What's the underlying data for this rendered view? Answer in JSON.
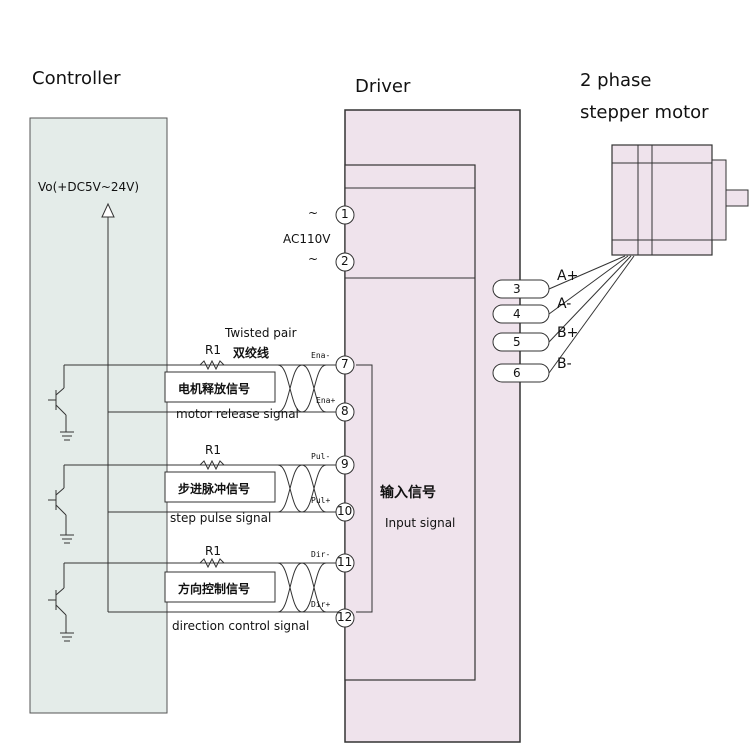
{
  "headings": {
    "controller": "Controller",
    "driver": "Driver",
    "motor_line1": "2 phase",
    "motor_line2": "stepper motor"
  },
  "controller": {
    "supply": "Vo(+DC5V~24V)"
  },
  "driver": {
    "ac_label": "AC110V",
    "tilde": "~",
    "input_cn": "输入信号",
    "input_en": "Input signal",
    "terminals": [
      "1",
      "2",
      "3",
      "4",
      "5",
      "6",
      "7",
      "8",
      "9",
      "10",
      "11",
      "12"
    ],
    "pin_labels": [
      "Ena-",
      "Ena+",
      "Pul-",
      "Pul+",
      "Dir-",
      "Dir+"
    ]
  },
  "motor_phases": [
    "A+",
    "A-",
    "B+",
    "B-"
  ],
  "signals": {
    "twisted_en": "Twisted pair",
    "twisted_cn": "双绞线",
    "resistor": "R1",
    "release_cn": "电机释放信号",
    "release_en": "motor release signal",
    "pulse_cn": "步进脉冲信号",
    "pulse_en": "step pulse signal",
    "direction_cn": "方向控制信号",
    "direction_en": "direction control signal"
  },
  "colors": {
    "controller_fill": "#e4ece9",
    "driver_fill": "#efe3ec",
    "motor_fill": "#efe3ec",
    "line": "#333333"
  }
}
